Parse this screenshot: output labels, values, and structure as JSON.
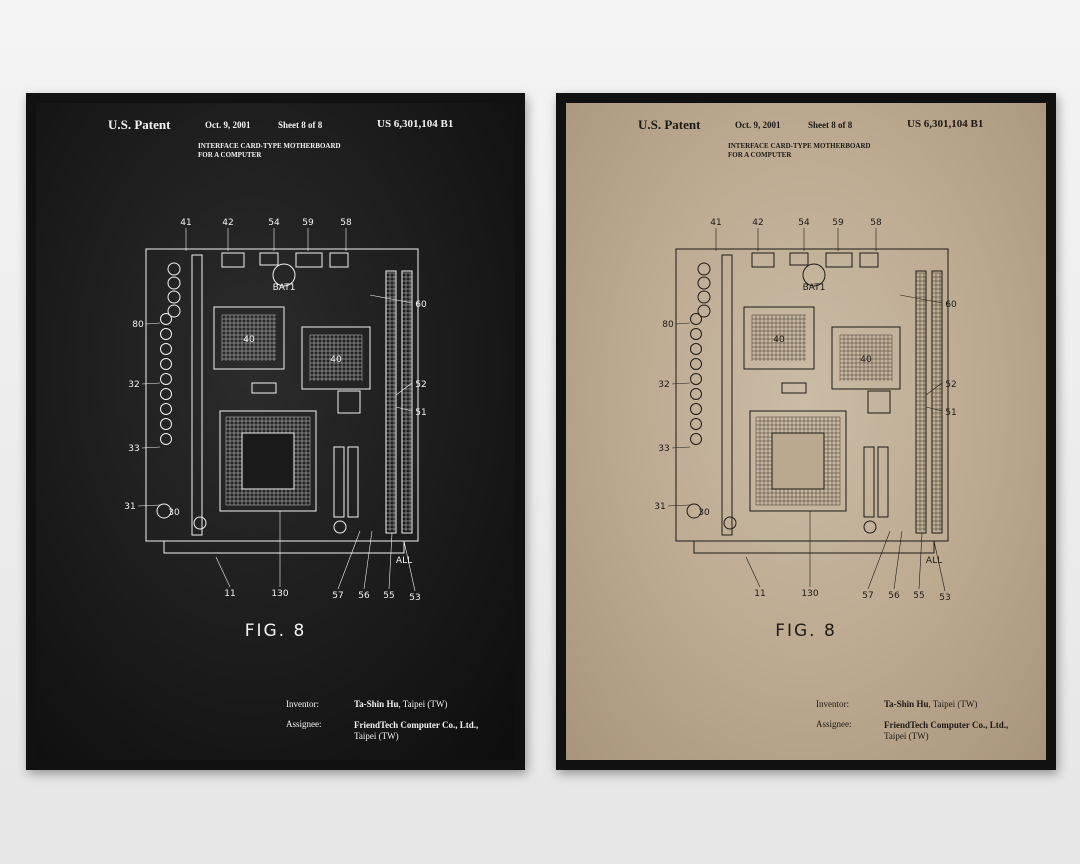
{
  "posters": [
    {
      "variant": "chalkboard",
      "header": {
        "patent_label": "U.S. Patent",
        "date": "Oct. 9, 2001",
        "sheet": "Sheet 8 of 8",
        "patent_number": "US 6,301,104 B1",
        "title_line1": "INTERFACE CARD-TYPE MOTHERBOARD",
        "title_line2": "FOR A COMPUTER"
      },
      "figure_label": "FIG. 8",
      "inventor_label": "Inventor:",
      "inventor_name": "Ta-Shin Hu",
      "inventor_location": ", Taipei (TW)",
      "assignee_label": "Assignee:",
      "assignee_name": "FriendTech Computer Co., Ltd.,",
      "assignee_location": "Taipei (TW)"
    },
    {
      "variant": "vintage",
      "header": {
        "patent_label": "U.S. Patent",
        "date": "Oct. 9, 2001",
        "sheet": "Sheet 8 of 8",
        "patent_number": "US 6,301,104 B1",
        "title_line1": "INTERFACE CARD-TYPE MOTHERBOARD",
        "title_line2": "FOR A COMPUTER"
      },
      "figure_label": "FIG. 8",
      "inventor_label": "Inventor:",
      "inventor_name": "Ta-Shin Hu",
      "inventor_location": ", Taipei (TW)",
      "assignee_label": "Assignee:",
      "assignee_name": "FriendTech Computer Co., Ltd.,",
      "assignee_location": "Taipei (TW)"
    }
  ],
  "drawing_callouts": {
    "top": [
      "41",
      "42",
      "54",
      "59",
      "58"
    ],
    "right": [
      "60",
      "52",
      "51"
    ],
    "left": [
      "80",
      "32",
      "33",
      "31",
      "30"
    ],
    "bottom": [
      "11",
      "130",
      "57",
      "56",
      "55",
      "53"
    ],
    "chips": [
      "40",
      "40"
    ],
    "misc": [
      "BAT1",
      "ALL"
    ]
  },
  "colors": {
    "chalk_background": "#1b1b1b",
    "chalk_ink": "#f2f2f2",
    "vintage_background": "#bba98f",
    "vintage_ink": "#1e1a15",
    "frame": "#111111",
    "wall": "#ececec"
  }
}
